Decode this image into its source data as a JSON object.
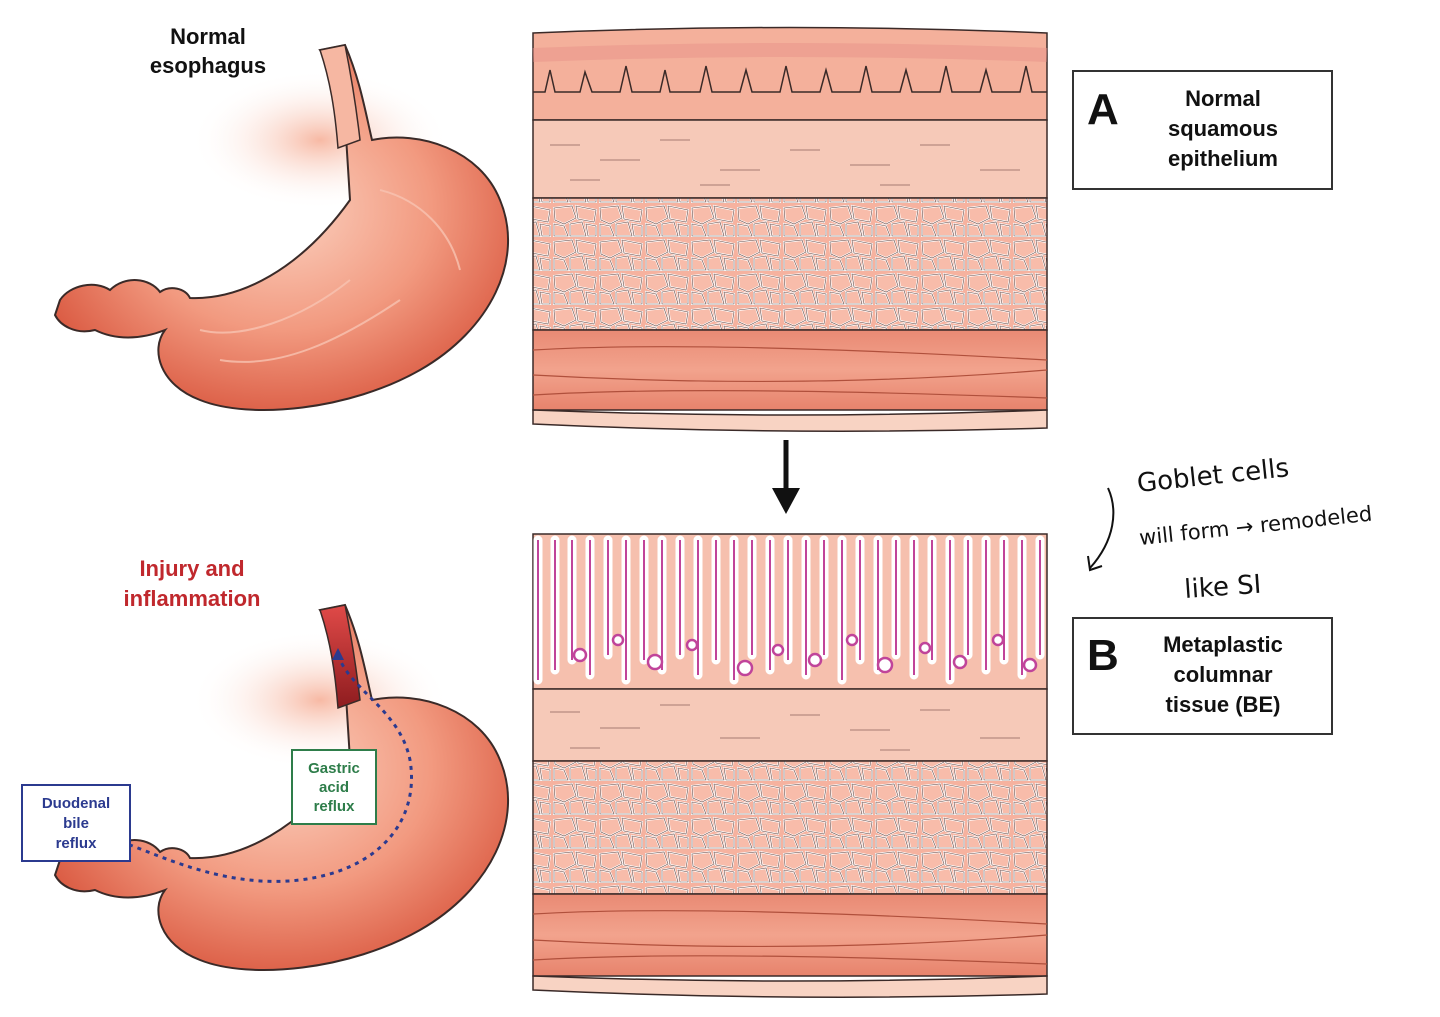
{
  "top_panel": {
    "stomach_label": {
      "line1": "Normal",
      "line2": "esophagus"
    },
    "stage_letter": "A",
    "stage_text": [
      "Normal",
      "squamous",
      "epithelium"
    ]
  },
  "bottom_panel": {
    "injury_label": {
      "line1": "Injury and",
      "line2": "inflammation"
    },
    "gastric_box": [
      "Gastric",
      "acid",
      "reflux"
    ],
    "duodenal_box": [
      "Duodenal",
      "bile",
      "reflux"
    ],
    "stage_letter": "B",
    "stage_text": [
      "Metaplastic",
      "columnar",
      "tissue (BE)"
    ]
  },
  "handwritten_note": {
    "line1": "Goblet cells",
    "line2": "will form → remodeled",
    "line3": "like SI"
  },
  "colors": {
    "tissue_salmon": "#f2a68f",
    "stomach_red": "#e2644e",
    "injury_red": "#c0282d",
    "duodenal_blue": "#2b3a8f",
    "gastric_green": "#2e7d4a",
    "metaplasia_magenta": "#c0449a"
  },
  "icons": [
    "down-arrow-icon",
    "curved-arrow-icon"
  ]
}
